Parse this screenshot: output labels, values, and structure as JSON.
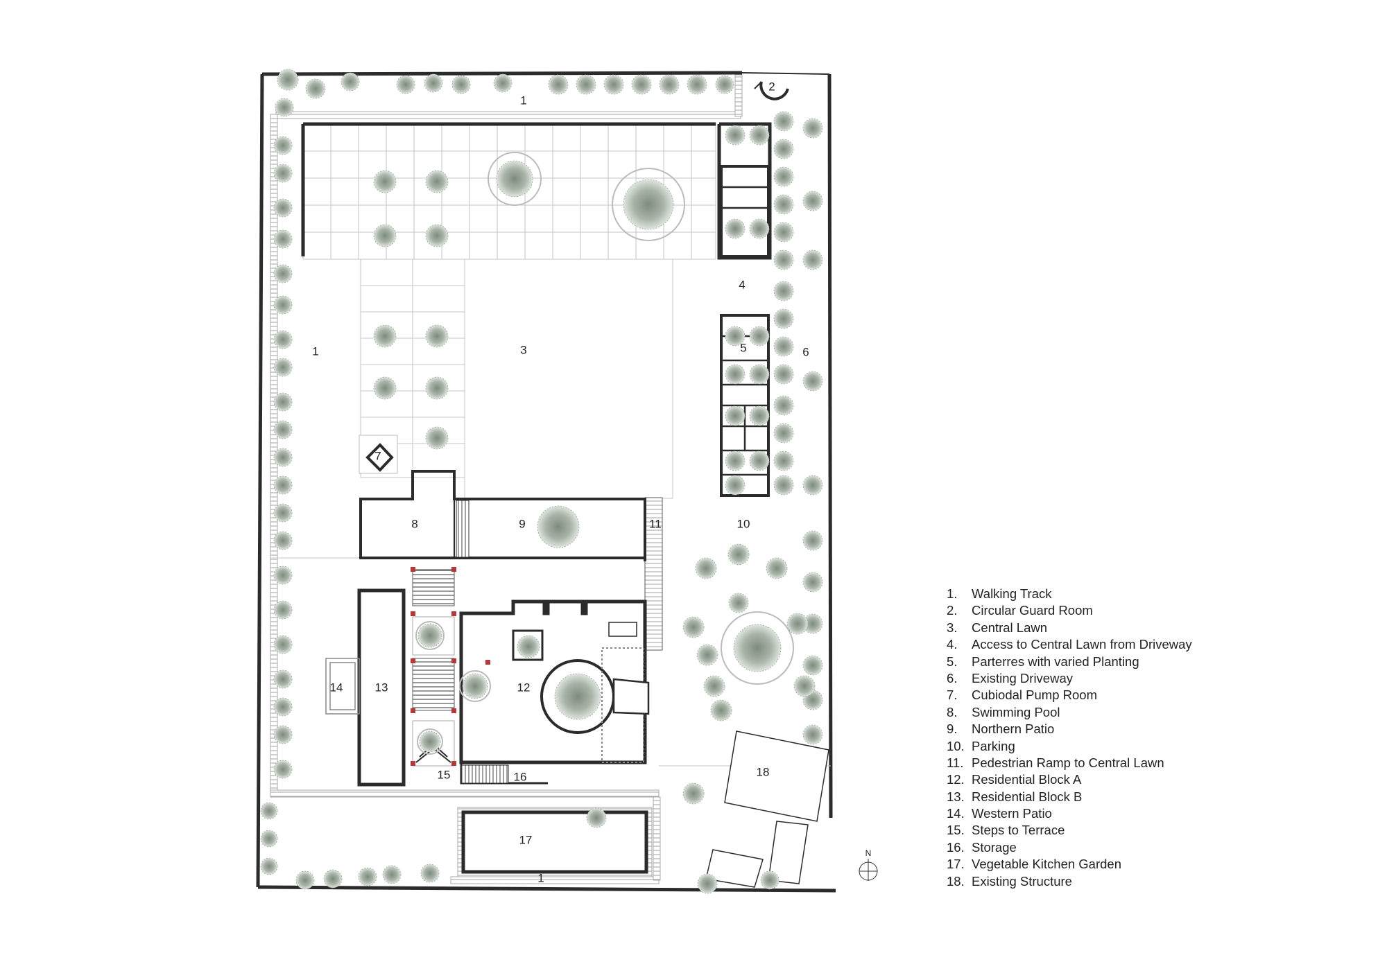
{
  "plan_labels": [
    {
      "id": "1a",
      "text": "1"
    },
    {
      "id": "1b",
      "text": "1"
    },
    {
      "id": "1c",
      "text": "1"
    },
    {
      "id": "2",
      "text": "2"
    },
    {
      "id": "3",
      "text": "3"
    },
    {
      "id": "4",
      "text": "4"
    },
    {
      "id": "5",
      "text": "5"
    },
    {
      "id": "6",
      "text": "6"
    },
    {
      "id": "7",
      "text": "7"
    },
    {
      "id": "8",
      "text": "8"
    },
    {
      "id": "9",
      "text": "9"
    },
    {
      "id": "10",
      "text": "10"
    },
    {
      "id": "11",
      "text": "11"
    },
    {
      "id": "12",
      "text": "12"
    },
    {
      "id": "13",
      "text": "13"
    },
    {
      "id": "14",
      "text": "14"
    },
    {
      "id": "15",
      "text": "15"
    },
    {
      "id": "16",
      "text": "16"
    },
    {
      "id": "17",
      "text": "17"
    },
    {
      "id": "18",
      "text": "18"
    }
  ],
  "legend": [
    {
      "num": "1.",
      "label": "Walking Track"
    },
    {
      "num": "2.",
      "label": "Circular Guard Room"
    },
    {
      "num": "3.",
      "label": "Central Lawn"
    },
    {
      "num": "4.",
      "label": "Access to Central Lawn from Driveway"
    },
    {
      "num": "5.",
      "label": "Parterres with varied Planting"
    },
    {
      "num": "6.",
      "label": "Existing Driveway"
    },
    {
      "num": "7.",
      "label": "Cubiodal Pump Room"
    },
    {
      "num": "8.",
      "label": "Swimming Pool"
    },
    {
      "num": "9.",
      "label": "Northern Patio"
    },
    {
      "num": "10.",
      "label": "Parking"
    },
    {
      "num": "11.",
      "label": "Pedestrian Ramp to Central Lawn"
    },
    {
      "num": "12.",
      "label": "Residential Block A"
    },
    {
      "num": "13.",
      "label": "Residential Block B"
    },
    {
      "num": "14.",
      "label": "Western Patio"
    },
    {
      "num": "15.",
      "label": "Steps to Terrace"
    },
    {
      "num": "16.",
      "label": "Storage"
    },
    {
      "num": "17.",
      "label": "Vegetable Kitchen Garden"
    },
    {
      "num": "18.",
      "label": "Existing Structure"
    }
  ],
  "north": {
    "letter": "N"
  },
  "colors": {
    "wall": "#2b2b2b",
    "line": "#bdbdbd",
    "tree": "#9aa79a",
    "tree_dark": "#6f7d70",
    "accent": "#b23a3a"
  }
}
